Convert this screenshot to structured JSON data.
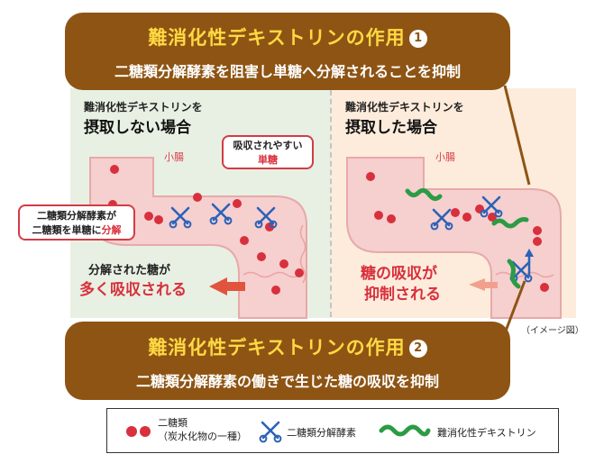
{
  "effect1": {
    "title": "難消化性デキストリンの作用",
    "number": "1",
    "description": "二糖類分解酵素を阻害し単糖へ分解されることを抑制"
  },
  "effect2": {
    "title": "難消化性デキストリンの作用",
    "number": "2",
    "description": "二糖類分解酵素の働きで生じた糖の吸収を抑制"
  },
  "left_panel": {
    "caption_line1": "難消化性デキストリンを",
    "caption_line2": "摂取しない場合",
    "organ_label": "小腸",
    "callout_absorb_line1": "吸収されやすい",
    "callout_absorb_line2": "単糖",
    "callout_enzyme_line1": "二糖類分解酵素が",
    "callout_enzyme_line2a": "二糖類を単糖に",
    "callout_enzyme_line2b": "分解",
    "result_line1": "分解された糖が",
    "result_line2": "多く吸収される"
  },
  "right_panel": {
    "caption_line1": "難消化性デキストリンを",
    "caption_line2": "摂取した場合",
    "organ_label": "小腸",
    "result_line1": "糖の吸収が",
    "result_line2": "抑制される"
  },
  "image_note": "（イメージ図）",
  "legend": {
    "disaccharide_line1": "二糖類",
    "disaccharide_line2": "（炭水化物の一種）",
    "enzyme": "二糖類分解酵素",
    "dextrin": "難消化性デキストリン"
  },
  "colors": {
    "bubble": "#8e5414",
    "title_yellow": "#ffd942",
    "sugar_red": "#d8303d",
    "enzyme_blue": "#2a62b8",
    "dextrin_green": "#2c9b45",
    "intestine_pink": "#f6cfcf",
    "intestine_border": "#e7a9a9",
    "left_bg": "#e8f0e3",
    "right_bg": "#fdecdc"
  }
}
